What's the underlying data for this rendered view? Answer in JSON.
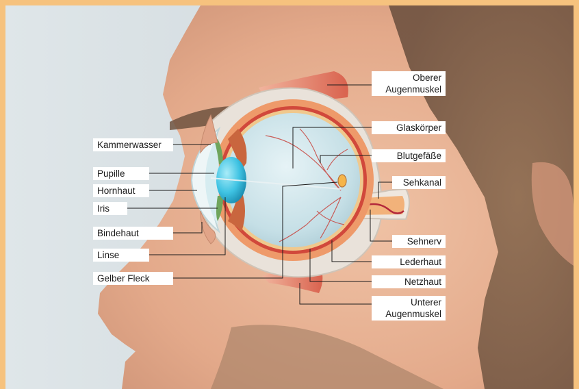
{
  "colors": {
    "frame": "#f6c27e",
    "background": "#cfd9dd",
    "skin": "#e9b595",
    "hair": "#8a6a4e",
    "vitreous": "#c9e3ea",
    "lens": "#3fc3e3",
    "sclera": "#ee9a6a",
    "muscle": "#e47a66",
    "leader_line": "#1b1b1b"
  },
  "labels": {
    "oberer_augenmuskel": "Oberer\nAugenmuskel",
    "glaskoerper": "Glaskörper",
    "blutgefaesse": "Blutgefäße",
    "sehkanal": "Sehkanal",
    "sehnerv": "Sehnerv",
    "lederhaut": "Lederhaut",
    "netzhaut": "Netzhaut",
    "unterer_augenmuskel": "Unterer\nAugenmuskel",
    "kammerwasser": "Kammerwasser",
    "pupille": "Pupille",
    "hornhaut": "Hornhaut",
    "iris": "Iris",
    "bindehaut": "Bindehaut",
    "linse": "Linse",
    "gelber_fleck": "Gelber Fleck"
  }
}
